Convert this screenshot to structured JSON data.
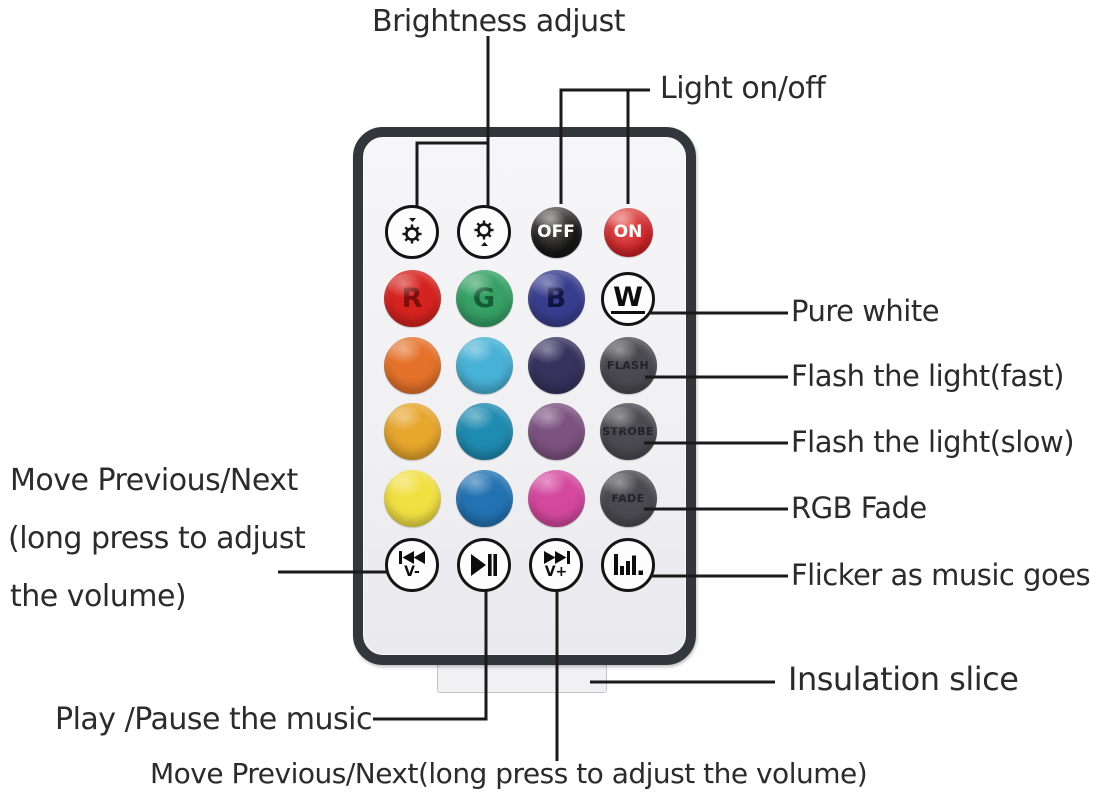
{
  "labels": {
    "brightness_adjust": "Brightness adjust",
    "light_on_off": "Light on/off",
    "pure_white": "Pure white",
    "flash_fast": "Flash the light(fast)",
    "flash_slow": "Flash the light(slow)",
    "rgb_fade": "RGB Fade",
    "flicker_music": "Flicker as music goes",
    "insulation_slice": "Insulation slice",
    "move_prev_left_line1": "Move Previous/Next",
    "move_prev_left_line2": "(long press to adjust",
    "move_prev_left_line3": "the volume)",
    "play_pause": "Play /Pause the music",
    "move_prev_bottom": "Move Previous/Next(long press to adjust the volume)"
  },
  "remote": {
    "buttons": {
      "off": "OFF",
      "on": "ON",
      "r": "R",
      "g": "G",
      "b": "B",
      "w": "W",
      "flash": "FLASH",
      "strobe": "STROBE",
      "fade": "FADE",
      "vol_down": "V-",
      "vol_up": "V+"
    },
    "colors": {
      "off_bg": "#181818",
      "on_bg": "#ce2127",
      "r_bg": "#d5231f",
      "g_bg": "#36a065",
      "b_bg": "#383e8e",
      "orange_bg": "#e5722b",
      "sky_bg": "#48b1d6",
      "navy_bg": "#37315e",
      "amber_bg": "#e7a62d",
      "teal_bg": "#1f8bb0",
      "plum_bg": "#7c5280",
      "yellow_bg": "#f1e042",
      "blue_bg": "#2373b3",
      "magenta_bg": "#d4489e",
      "mode_bg": "#4b4a50",
      "line_color": "#1a1a1a"
    }
  }
}
